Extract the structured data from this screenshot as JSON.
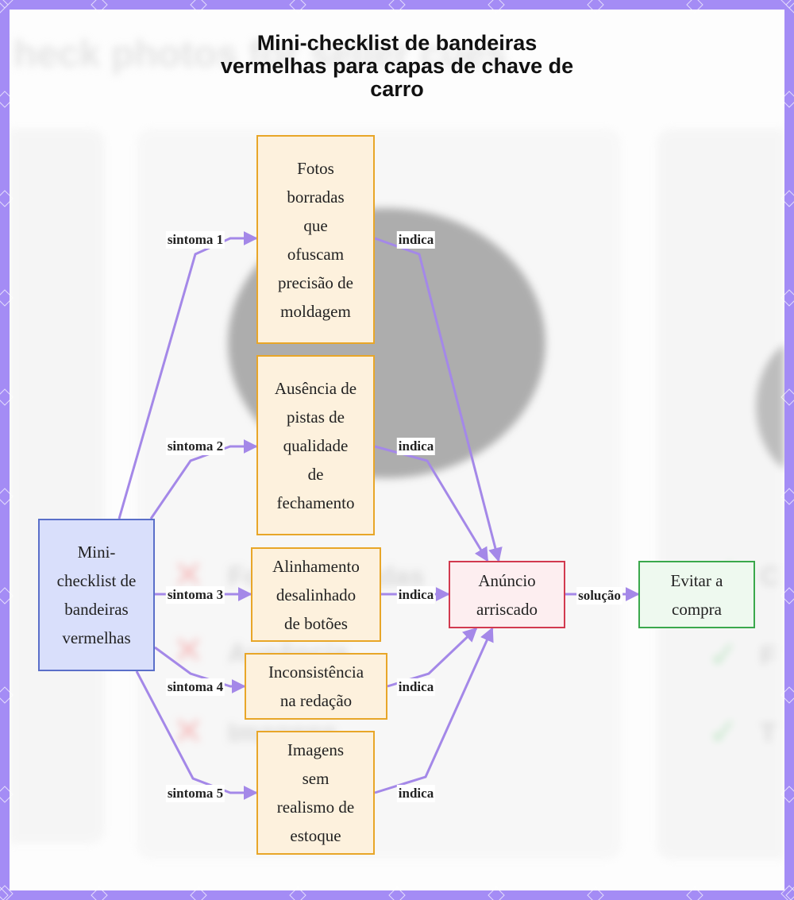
{
  "title": {
    "lines": [
      "Mini-checklist de bandeiras",
      "vermelhas para capas de chave de",
      "carro"
    ]
  },
  "background_text": {
    "heading": "heck photos for seller cues",
    "left_items": [
      "Fotos borradas",
      "Ausência",
      "Imagens"
    ],
    "right_items": [
      "C",
      "F",
      "T"
    ]
  },
  "nodes": {
    "root": {
      "lines": [
        "Mini-",
        "checklist de",
        "bandeiras",
        "vermelhas"
      ]
    },
    "fotos": {
      "lines": [
        "Fotos",
        "borradas",
        "que",
        "ofuscam",
        "precisão de",
        "moldagem"
      ]
    },
    "ausencia": {
      "lines": [
        "Ausência de",
        "pistas de",
        "qualidade",
        "de",
        "fechamento"
      ]
    },
    "alinhamento": {
      "lines": [
        "Alinhamento",
        "desalinhado",
        "de botões"
      ]
    },
    "inconsistencia": {
      "lines": [
        "Inconsistência",
        "na redação"
      ]
    },
    "imagens": {
      "lines": [
        "Imagens",
        "sem",
        "realismo de",
        "estoque"
      ]
    },
    "anuncio": {
      "lines": [
        "Anúncio",
        "arriscado"
      ]
    },
    "evitar": {
      "lines": [
        "Evitar a",
        "compra"
      ]
    }
  },
  "edge_labels": {
    "s1": "sintoma 1",
    "s2": "sintoma 2",
    "s3": "sintoma 3",
    "s4": "sintoma 4",
    "s5": "sintoma 5",
    "i1": "indica",
    "i2": "indica",
    "i3": "indica",
    "i4": "indica",
    "i5": "indica",
    "sol": "solução"
  },
  "colors": {
    "frame": "#a48cf5",
    "edge": "#a488e8",
    "symptom_fill": "#fdf1dd",
    "symptom_border": "#e8a628",
    "root_fill": "#d9dffb",
    "root_border": "#5a6fc9",
    "risk_fill": "#fdeef0",
    "risk_border": "#d23a4f",
    "action_fill": "#eef9ef",
    "action_border": "#3aa84c"
  }
}
